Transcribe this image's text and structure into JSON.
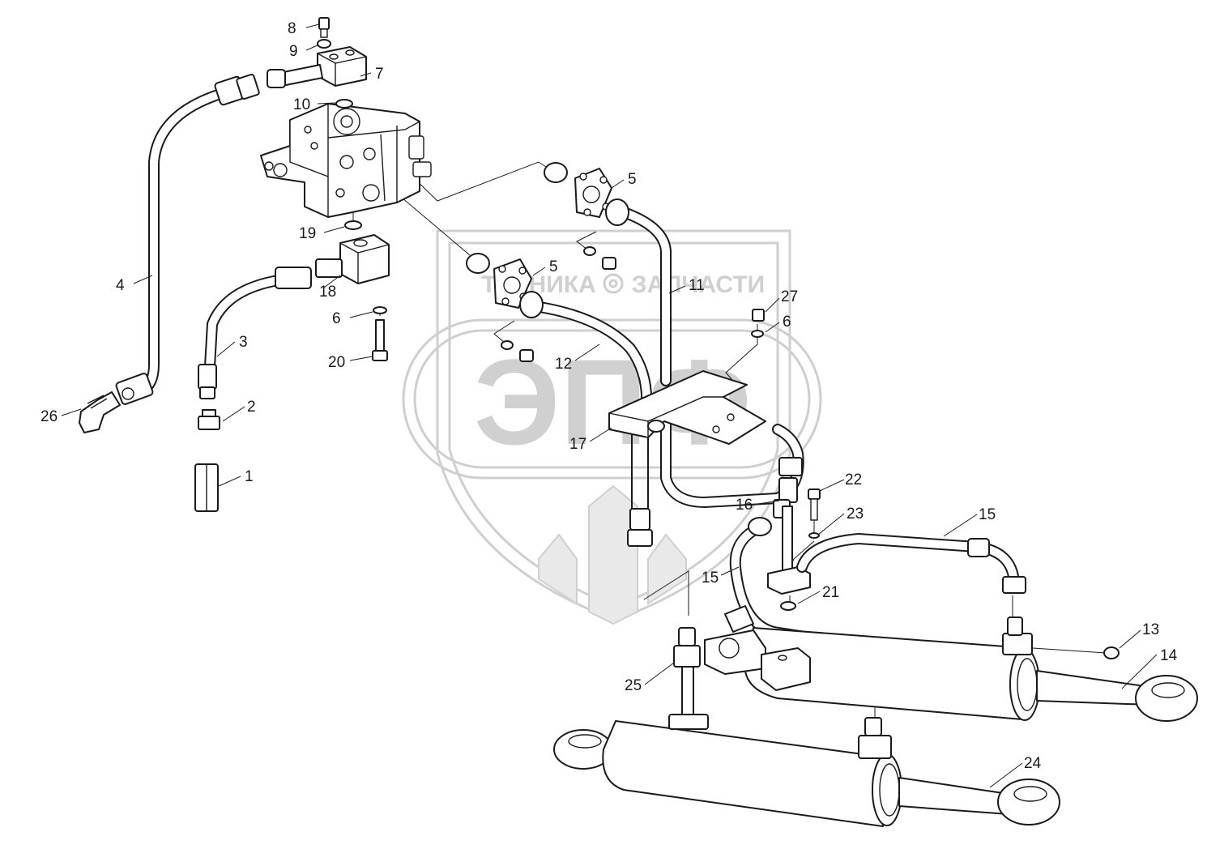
{
  "diagram": {
    "watermark": {
      "logo_text": "ЭПФ",
      "left_text": "ТЕХНИКА",
      "right_text": "ЗАПЧАСТИ"
    },
    "callouts": [
      {
        "id": "c8",
        "label": "8"
      },
      {
        "id": "c9",
        "label": "9"
      },
      {
        "id": "c7",
        "label": "7"
      },
      {
        "id": "c10",
        "label": "10"
      },
      {
        "id": "c5a",
        "label": "5"
      },
      {
        "id": "c5b",
        "label": "5"
      },
      {
        "id": "c19",
        "label": "19"
      },
      {
        "id": "c4",
        "label": "4"
      },
      {
        "id": "c18",
        "label": "18"
      },
      {
        "id": "c6a",
        "label": "6"
      },
      {
        "id": "c3",
        "label": "3"
      },
      {
        "id": "c20",
        "label": "20"
      },
      {
        "id": "c11",
        "label": "11"
      },
      {
        "id": "c27",
        "label": "27"
      },
      {
        "id": "c6b",
        "label": "6"
      },
      {
        "id": "c12",
        "label": "12"
      },
      {
        "id": "c2",
        "label": "2"
      },
      {
        "id": "c26",
        "label": "26"
      },
      {
        "id": "c17",
        "label": "17"
      },
      {
        "id": "c1",
        "label": "1"
      },
      {
        "id": "c22",
        "label": "22"
      },
      {
        "id": "c16",
        "label": "16"
      },
      {
        "id": "c23",
        "label": "23"
      },
      {
        "id": "c15a",
        "label": "15"
      },
      {
        "id": "c15b",
        "label": "15"
      },
      {
        "id": "c21",
        "label": "21"
      },
      {
        "id": "c13",
        "label": "13"
      },
      {
        "id": "c14",
        "label": "14"
      },
      {
        "id": "c25",
        "label": "25"
      },
      {
        "id": "c24",
        "label": "24"
      }
    ]
  }
}
